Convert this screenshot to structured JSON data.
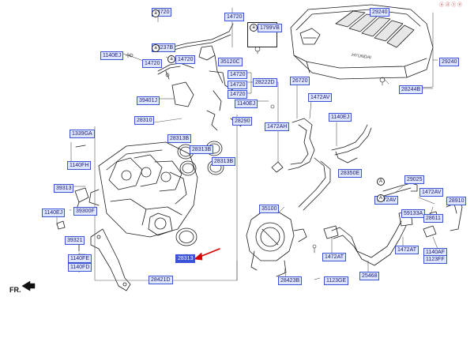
{
  "diagram": {
    "direction_label": "FR.",
    "corner_marks": "ⓐ ⓓ ⓢ ⓔ",
    "highlighted_part": "28313",
    "legend": {
      "tag": "a",
      "part": "1799VB"
    },
    "embossed_text": "HYUNDAI",
    "callouts": [
      "14720",
      "14720",
      "28237B",
      "1140EJ",
      "14720",
      "14720",
      "35120C",
      "14720",
      "14720",
      "28222D",
      "14720",
      "39401J",
      "1140EJ",
      "28310",
      "1339GA",
      "28313B",
      "28313B",
      "28313B",
      "28290",
      "1140FH",
      "39313",
      "39300F",
      "1140EJ",
      "39321",
      "1140FE",
      "1140FD",
      "28421D",
      "29240",
      "29240",
      "28244B",
      "26720",
      "1472AV",
      "1472AH",
      "1140EJ",
      "28350E",
      "29025",
      "1472AV",
      "28910",
      "1472AV",
      "59133A",
      "28611",
      "1140AF",
      "1123FF",
      "1472AT",
      "1472AT",
      "25468",
      "35100",
      "28423B",
      "1123GE",
      "28313"
    ],
    "circle_labels": [
      "a",
      "a",
      "a",
      "A",
      "A"
    ]
  }
}
